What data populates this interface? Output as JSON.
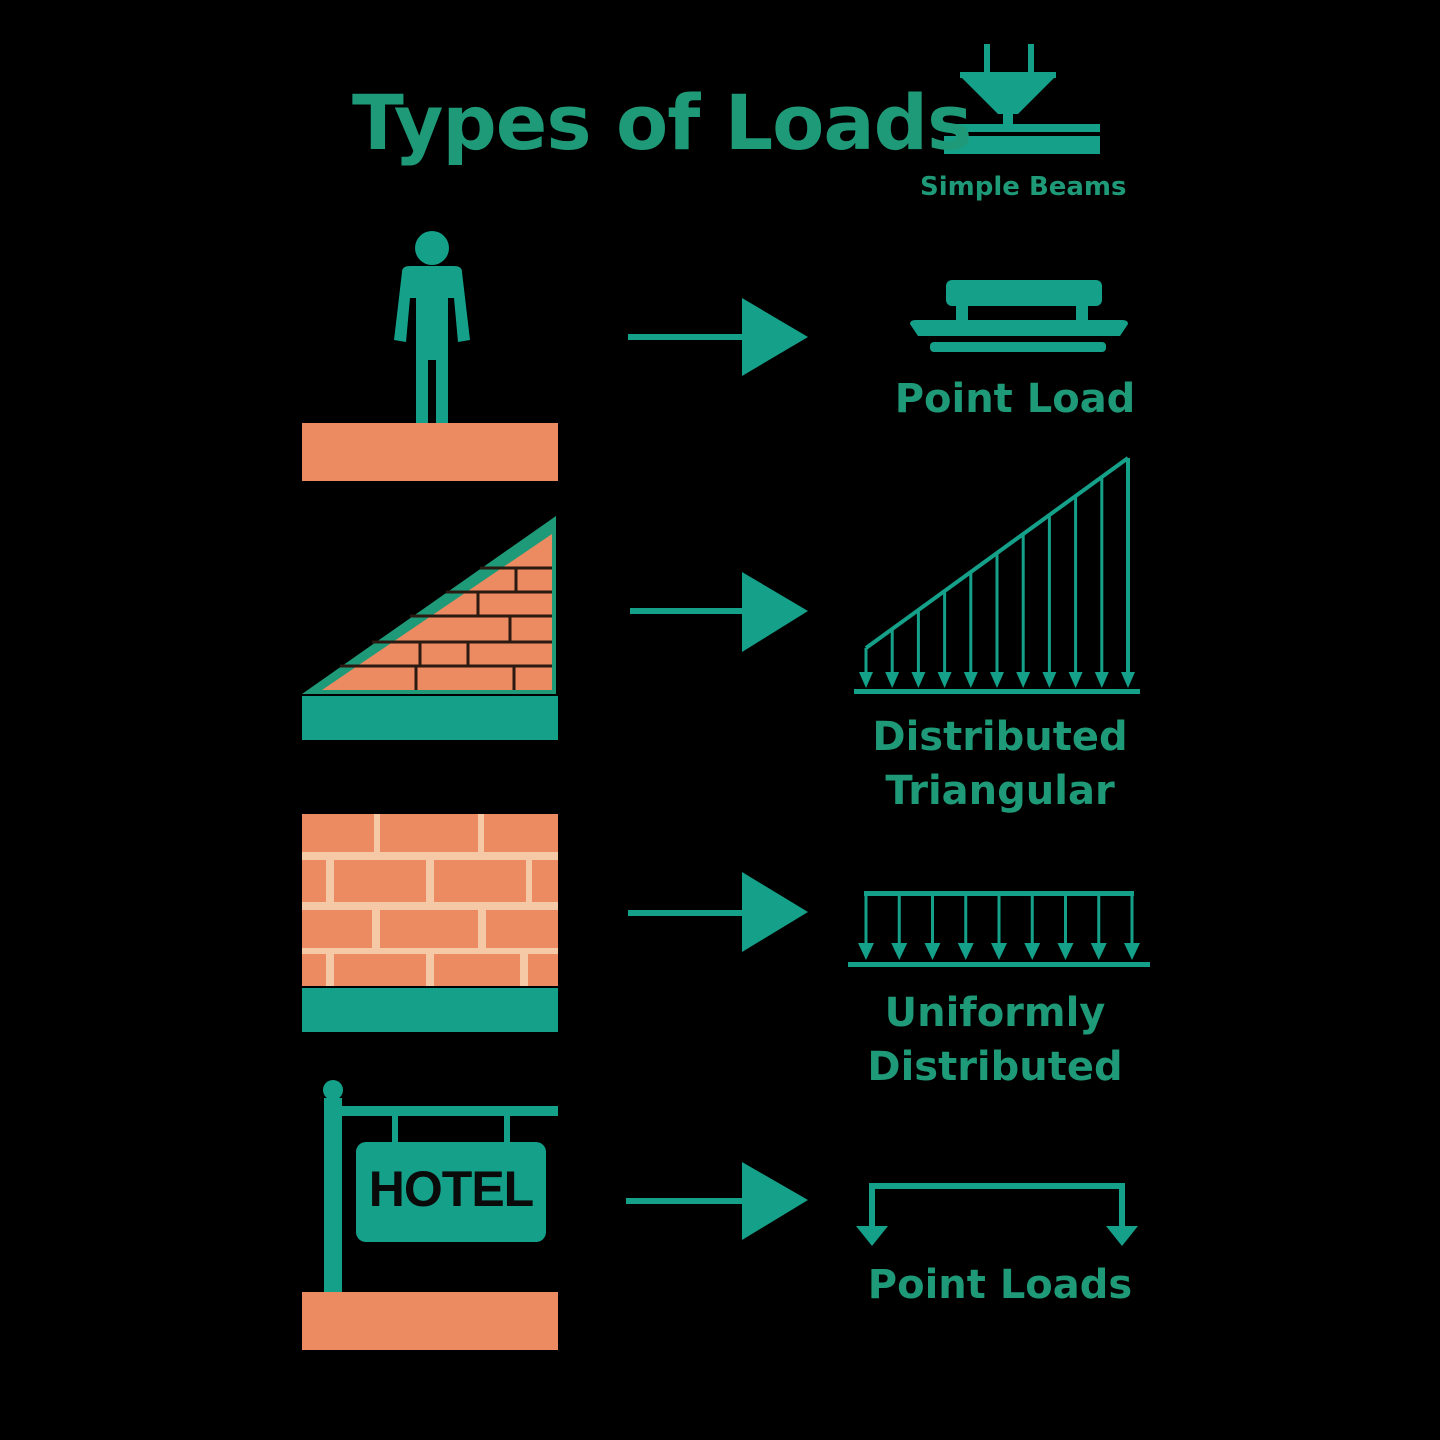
{
  "title": "Types of Loads",
  "subtitle": "Simple Beams",
  "colors": {
    "background": "#000000",
    "teal": "#1f9a78",
    "teal_bright": "#15a08a",
    "brick": "#ec8a62",
    "mortar": "#f5c8a6"
  },
  "rows": [
    {
      "source_icon": "person-on-slab-icon",
      "result_icon": "point-load-beam-icon",
      "label_lines": [
        "Point Load"
      ]
    },
    {
      "source_icon": "triangular-brick-wall-icon",
      "result_icon": "triangular-distributed-load-icon",
      "label_lines": [
        "Distributed",
        "Triangular"
      ]
    },
    {
      "source_icon": "brick-wall-icon",
      "result_icon": "uniform-distributed-load-icon",
      "label_lines": [
        "Uniformly",
        "Distributed"
      ]
    },
    {
      "source_icon": "hanging-sign-icon",
      "result_icon": "two-point-loads-icon",
      "label_lines": [
        "Point Loads"
      ]
    }
  ],
  "hotel_sign_text": "HOTEL"
}
